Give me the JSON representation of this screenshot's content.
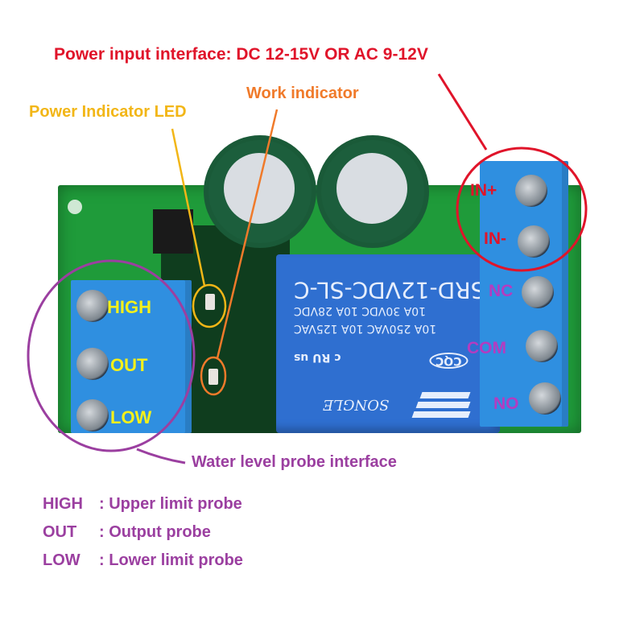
{
  "annotations": {
    "power_input": "Power input interface: DC 12-15V OR AC 9-12V",
    "work_indicator": "Work indicator",
    "power_indicator_led": "Power Indicator LED",
    "water_level_probe_interface": "Water level probe interface"
  },
  "probe_terminals": [
    {
      "label": "HIGH"
    },
    {
      "label": "OUT"
    },
    {
      "label": "LOW"
    }
  ],
  "power_terminals": [
    {
      "label": "IN+"
    },
    {
      "label": "IN-"
    }
  ],
  "relay_terminals": [
    {
      "label": "NC"
    },
    {
      "label": "COM"
    },
    {
      "label": "NO"
    }
  ],
  "relay": {
    "model": "SRD-12VDC-SL-C",
    "rating_line1": "10A 30VDC  10A  28VDC",
    "rating_line2": "10A 250VAC  10A  125VAC",
    "brand": "SONGLE",
    "cert_ul": "c RU us",
    "cert_cqc": "CQC"
  },
  "legend": [
    {
      "key": "HIGH",
      "sep": ":",
      "desc": "Upper limit probe"
    },
    {
      "key": "OUT",
      "sep": ":",
      "desc": "Output probe"
    },
    {
      "key": "LOW",
      "sep": ":",
      "desc": "Lower limit probe"
    }
  ],
  "colors": {
    "power_input_red": "#e0142a",
    "work_orange": "#f07a2a",
    "power_led_yellow": "#f2b617",
    "probe_purple": "#9b3fa0",
    "pcb_green": "#1f9b3a",
    "relay_blue": "#2f6fd0",
    "terminal_blue": "#2f8fe0"
  }
}
